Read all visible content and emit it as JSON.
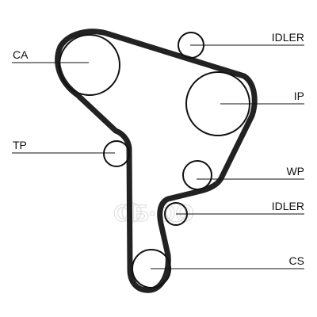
{
  "diagram": {
    "labels": {
      "ca": "CA",
      "tp": "TP",
      "idler_top": "IDLER",
      "ip": "IP",
      "wp": "WP",
      "idler_bottom": "IDLER",
      "cs": "CS"
    },
    "watermark": "ОБ·ОО",
    "colors": {
      "belt": "#222222",
      "pulley": "#111111",
      "leader": "#111111",
      "background": "#ffffff",
      "watermark": "#e2e2e2"
    }
  }
}
